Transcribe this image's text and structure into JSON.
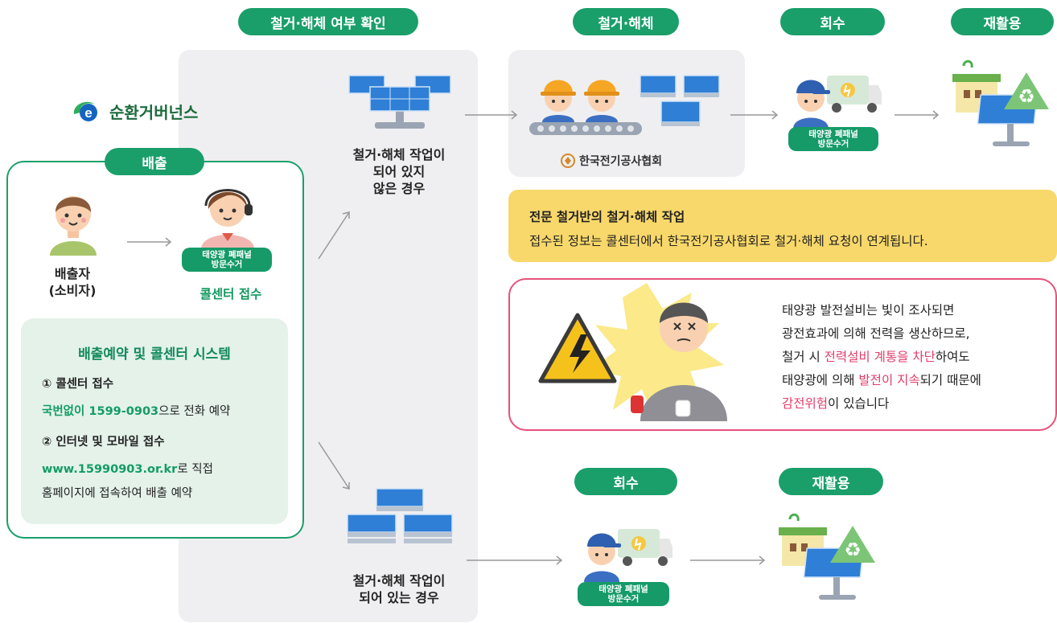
{
  "header_pills": {
    "check": "철거·해체 여부 확인",
    "dismantle": "철거·해체",
    "collect_top": "회수",
    "recycle_top": "재활용",
    "collect_bottom": "회수",
    "recycle_bottom": "재활용"
  },
  "logo": {
    "text": "순환거버넌스"
  },
  "emit": {
    "pill": "배출",
    "person_line1": "배출자",
    "person_line2": "(소비자)",
    "agent_badge_line1": "태양광 폐패널",
    "agent_badge_line2": "방문수거",
    "callcenter": "콜센터 접수"
  },
  "system": {
    "title": "배출예약 및 콜센터 시스템",
    "item1_title": "① 콜센터 접수",
    "item1_highlight": "국번없이 1599-0903",
    "item1_rest": "으로 전화 예약",
    "item2_title": "② 인터넷 및 모바일 접수",
    "item2_url": "www.15990903.or.kr",
    "item2_rest": "로 직접",
    "item2_line3": "홈페이지에 접속하여 배출 예약"
  },
  "branches": {
    "not_dismantled_l1": "철거·해체 작업이",
    "not_dismantled_l2": "되어 있지",
    "not_dismantled_l3": "않은 경우",
    "dismantled_l1": "철거·해체 작업이",
    "dismantled_l2": "되어 있는 경우"
  },
  "kea": {
    "name": "한국전기공사협회"
  },
  "truck_badge": {
    "line1": "태양광 폐패널",
    "line2": "방문수거"
  },
  "notice": {
    "line1": "전문 철거반의 철거·해체 작업",
    "line2": "접수된 정보는 콜센터에서 한국전기공사협회로 철거·해체 요청이 연계됩니다."
  },
  "warning": {
    "l1": "태양광 발전설비는 빛이 조사되면",
    "l2": "광전효과에 의해 전력을 생산하므로,",
    "l3a": "철거 시 ",
    "l3b": "전력설비 계통을 차단",
    "l3c": "하여도",
    "l4a": "태양광에 의해 ",
    "l4b": "발전이 지속",
    "l4c": "되기 때문에",
    "l5a": "감전위험",
    "l5b": "이 있습니다"
  },
  "colors": {
    "green": "#1a9f6a",
    "pink": "#e23c6a",
    "yellow": "#f8d86a",
    "gray": "#efeff1"
  },
  "icons": [
    "logo-e-icon",
    "person-icon",
    "call-agent-icon",
    "solar-panel-icon",
    "worker-icon",
    "truck-icon",
    "recycle-house-icon",
    "high-voltage-icon",
    "shocked-worker-icon"
  ]
}
